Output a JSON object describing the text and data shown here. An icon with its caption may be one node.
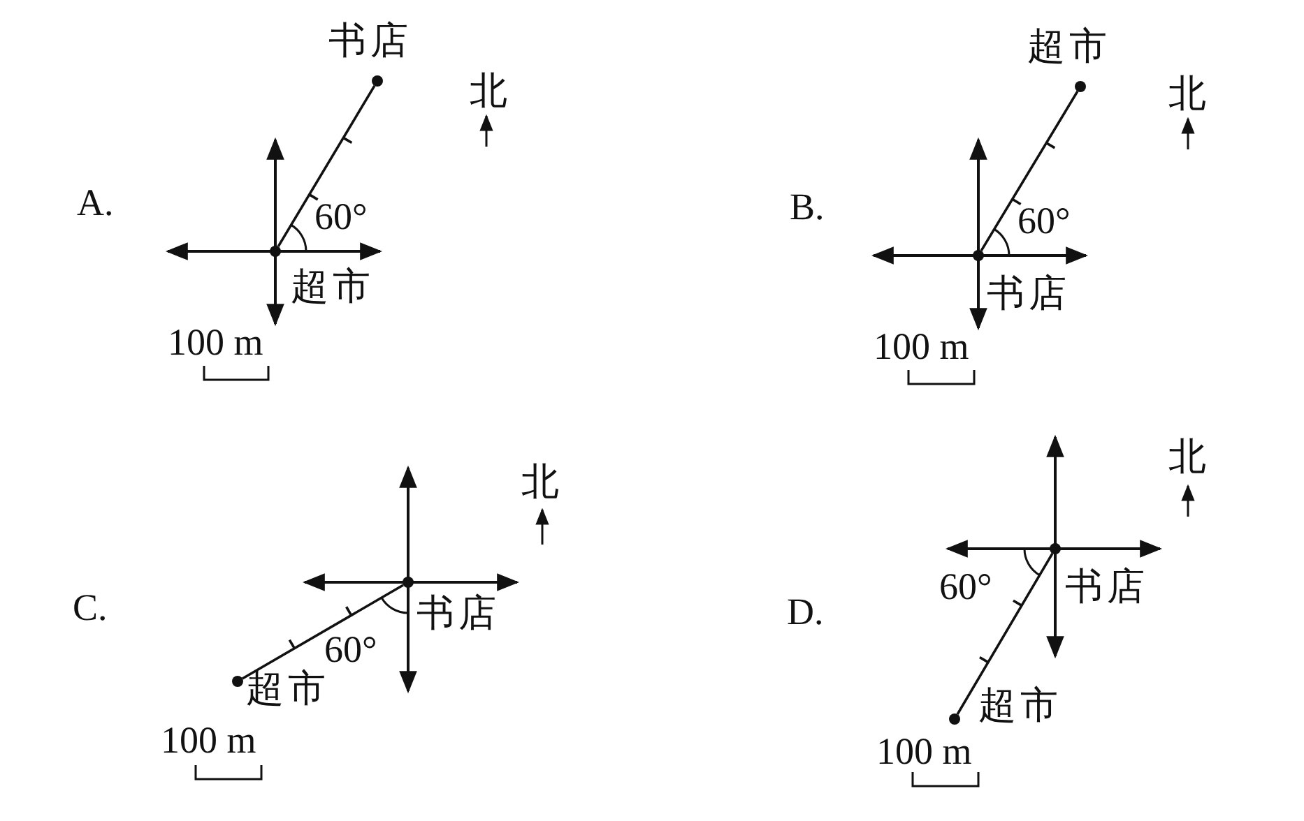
{
  "diagram": {
    "nodes": [
      {
        "text": [],
        "shape": "circle",
        "beside": [
          "书店"
        ]
      },
      {
        "text": [],
        "shape": "circle",
        "beside": [
          "超市"
        ]
      },
      {
        "text": [],
        "shape": "circle",
        "beside": [
          "超市"
        ]
      },
      {
        "text": [],
        "shape": "circle",
        "beside": [
          "书店"
        ]
      },
      {
        "text": [],
        "shape": "circle",
        "beside": [
          "书店"
        ]
      },
      {
        "text": [],
        "shape": "circle",
        "beside": [
          "超市"
        ]
      },
      {
        "text": [],
        "shape": "circle",
        "beside": [
          "书店"
        ]
      },
      {
        "text": [],
        "shape": "circle",
        "beside": [
          "超市"
        ]
      }
    ],
    "edges": [
      {
        "from": 1,
        "to": 0,
        "arrow": "none"
      },
      {
        "from": 3,
        "to": 2,
        "arrow": "none"
      },
      {
        "from": 4,
        "to": 5,
        "arrow": "none"
      },
      {
        "from": 6,
        "to": 7,
        "arrow": "none"
      }
    ],
    "labels": [
      "A.",
      "60°",
      "100 m",
      "北",
      "B.",
      "60°",
      "100 m",
      "北",
      "C.",
      "60°",
      "100 m",
      "北",
      "D.",
      "60°",
      "100 m",
      "北"
    ]
  }
}
